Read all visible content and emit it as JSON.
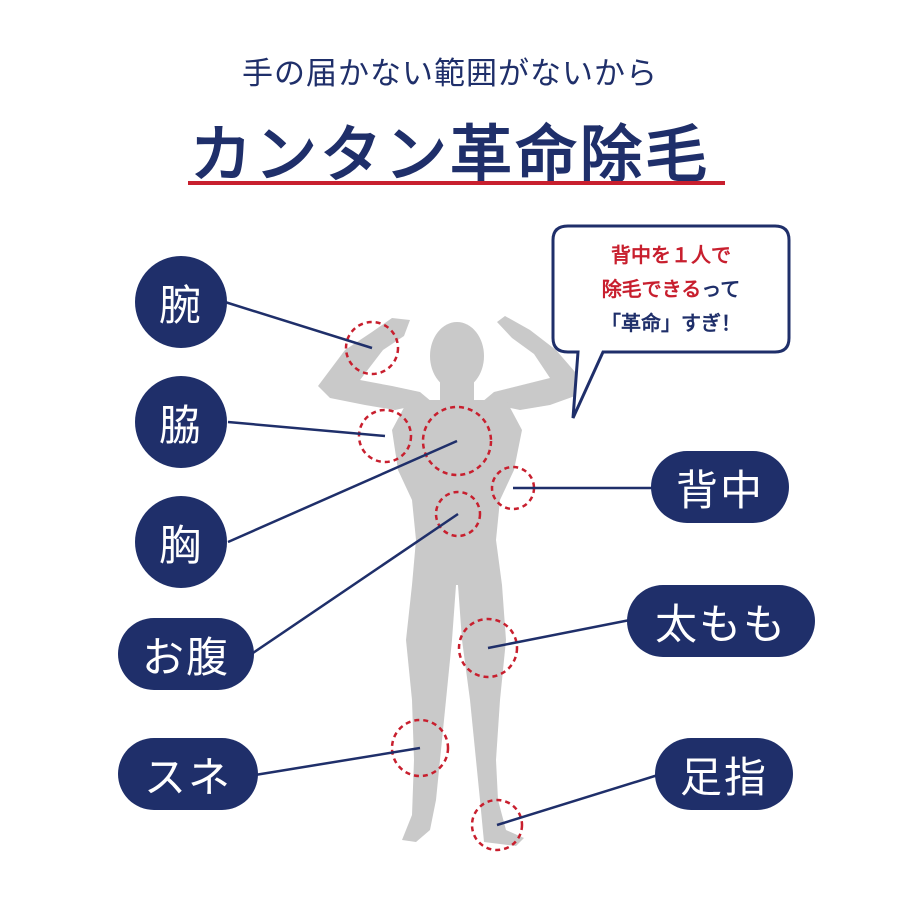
{
  "header": {
    "subtitle": "手の届かない範囲がないから",
    "title": "カンタン革命除毛"
  },
  "bubble": {
    "line1": "背中を１人で",
    "line2_red": "除毛できる",
    "line2_navy": "って",
    "line3": "「革命」すぎ！"
  },
  "labels": {
    "arm": "腕",
    "armpit": "脇",
    "chest": "胸",
    "belly": "お腹",
    "shin": "スネ",
    "back": "背中",
    "thigh": "太もも",
    "toes": "足指"
  },
  "colors": {
    "navy": "#1f2f6a",
    "red": "#c81f2e",
    "silhouette": "#c9c9c9"
  }
}
